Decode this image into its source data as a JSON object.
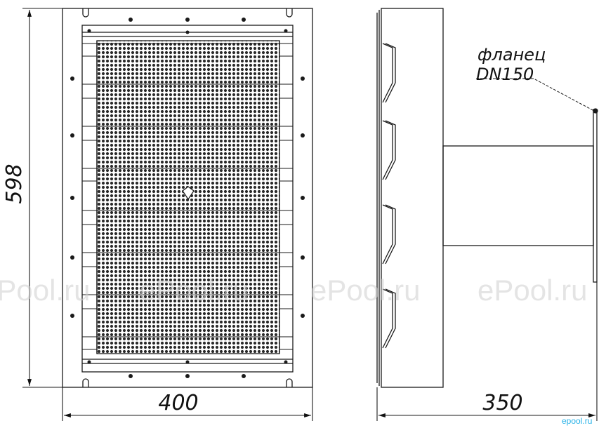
{
  "drawing": {
    "dimensions": {
      "height": "598",
      "width": "400",
      "depth": "350"
    },
    "flange_label": {
      "line1": "фланец",
      "line2": "DN150"
    },
    "watermark": {
      "text": "ePool.ru",
      "corner": "epool.ru"
    },
    "colors": {
      "line": "#1a1a1a",
      "mesh": "#2a2a2a",
      "watermark": "#cfcfcf",
      "corner_watermark": "#2bb3e8"
    }
  }
}
